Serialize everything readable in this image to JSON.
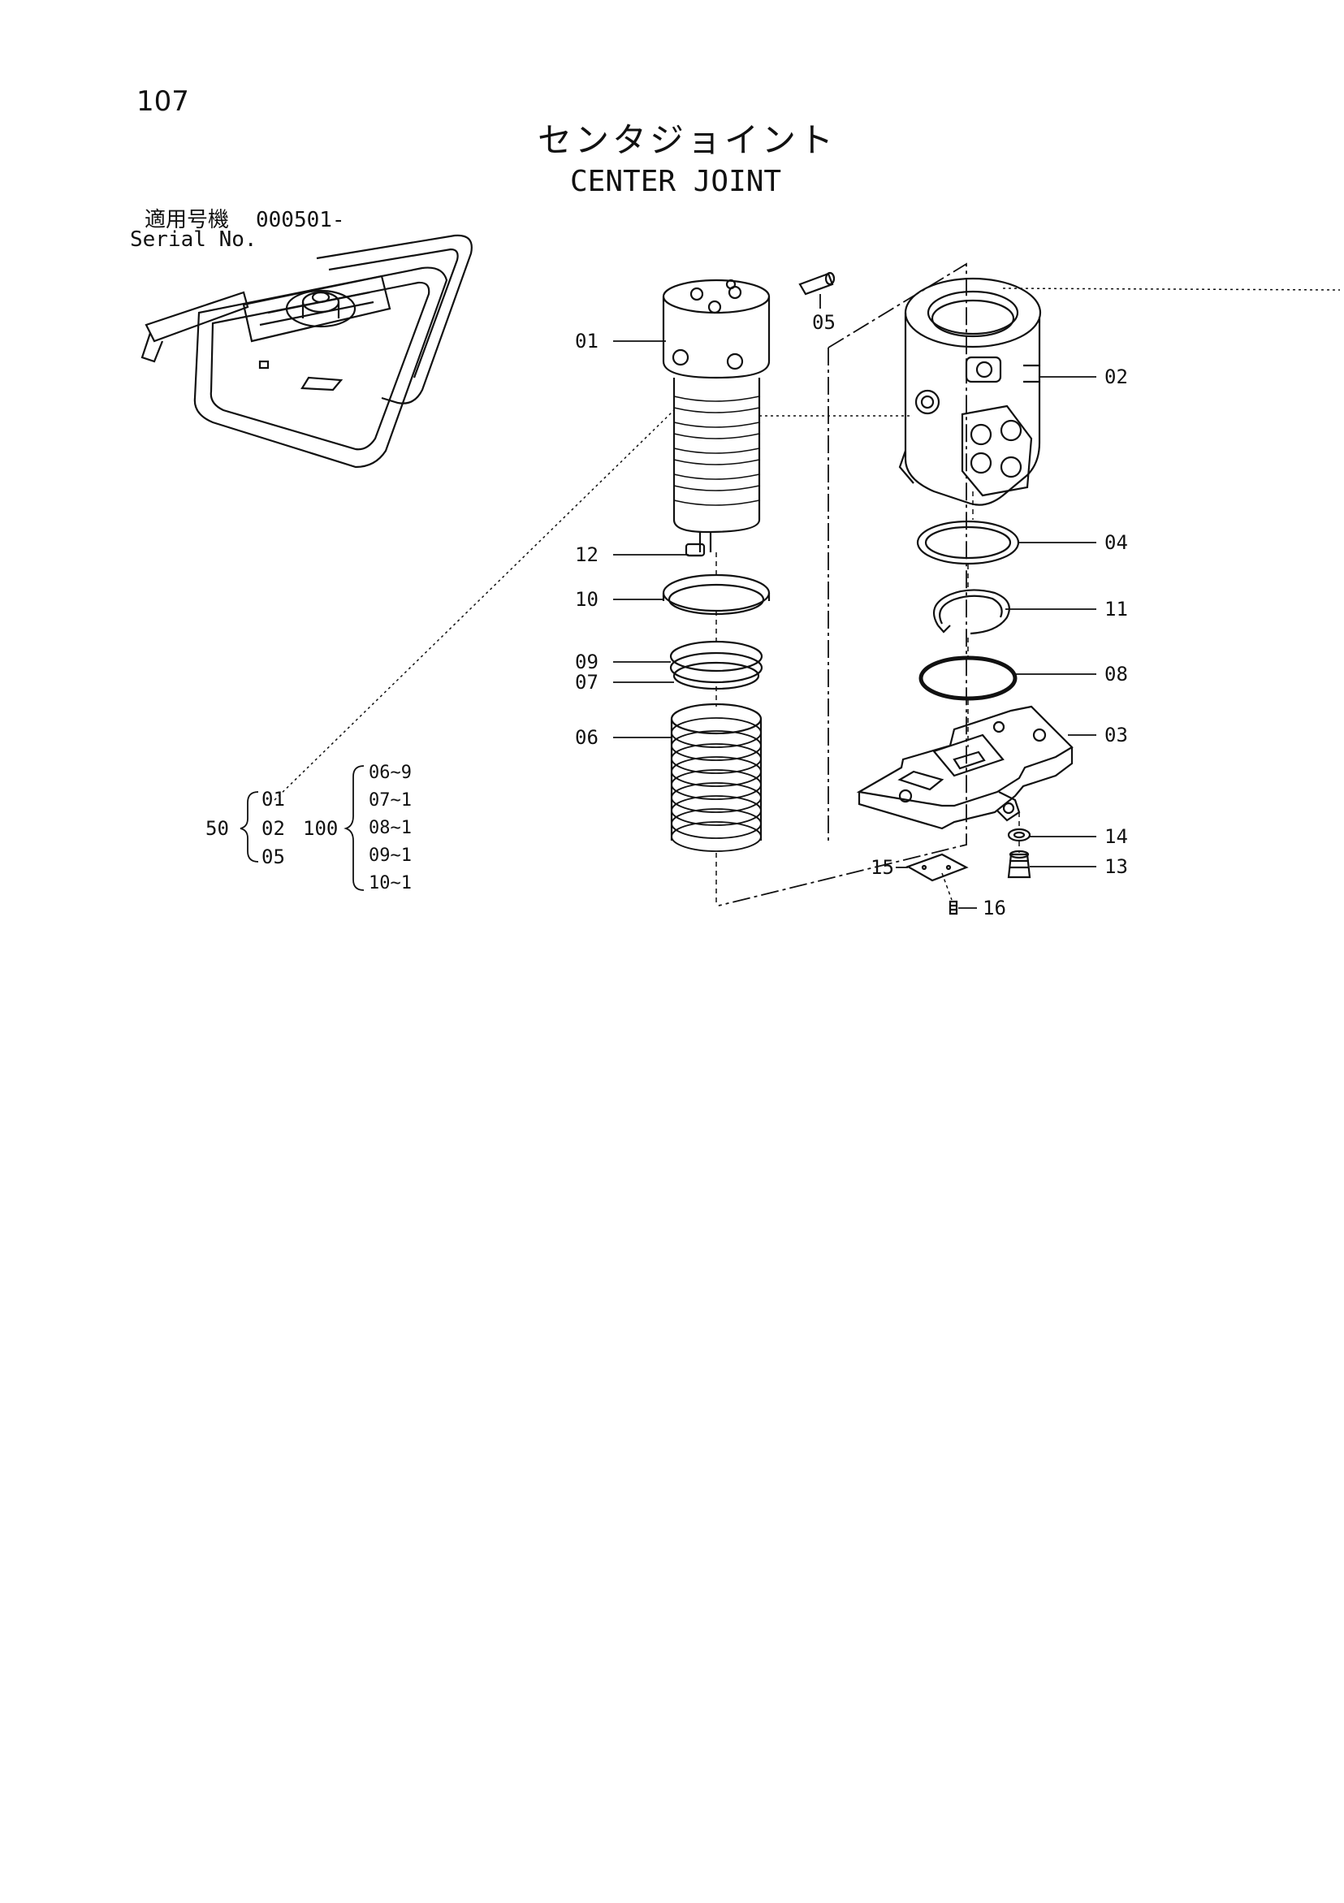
{
  "page": {
    "number": "107",
    "title_ja": "センタジョイント",
    "title_en": "CENTER JOINT",
    "serial_label_ja": "適用号機",
    "serial_label_en": "Serial No.",
    "serial_number": "000501-"
  },
  "part_labels": [
    "01",
    "02",
    "03",
    "04",
    "05",
    "06",
    "07",
    "08",
    "09",
    "10",
    "11",
    "12",
    "13",
    "14",
    "15",
    "16"
  ],
  "kits": [
    {
      "kit": "50",
      "items": [
        "01",
        "02",
        "05"
      ]
    },
    {
      "kit": "100",
      "items": [
        "06~9",
        "07~1",
        "08~1",
        "09~1",
        "10~1"
      ]
    }
  ]
}
